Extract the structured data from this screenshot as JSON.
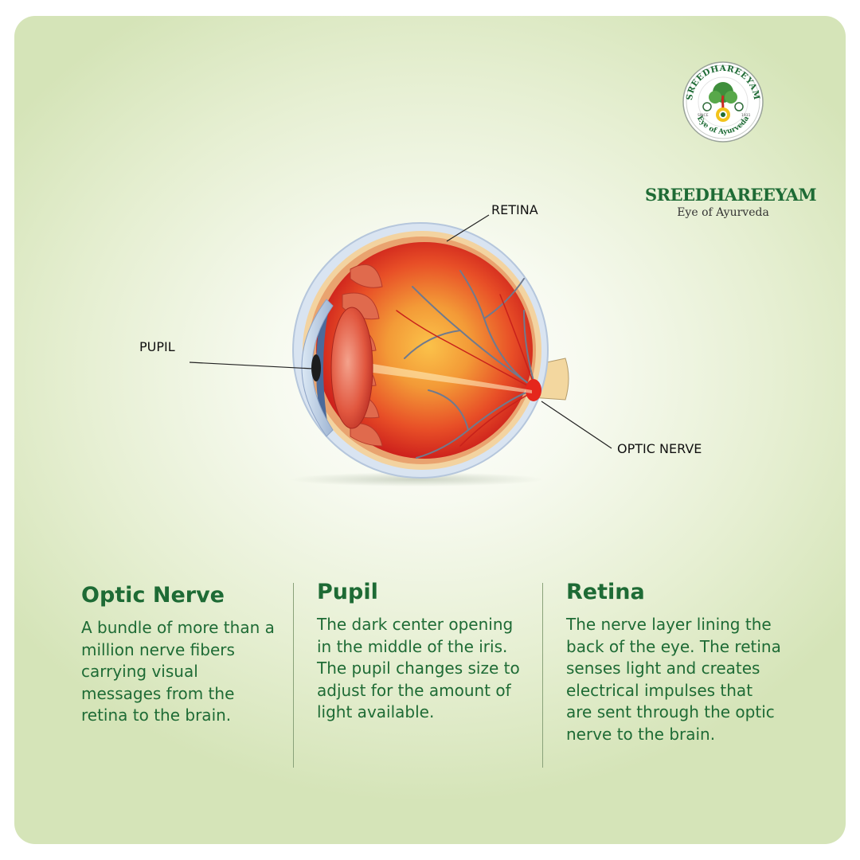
{
  "brand": {
    "name": "SREEDHAREEYAM",
    "tagline": "Eye of Ayurveda",
    "seal": {
      "arc_top": "SREEDHAREEYAM",
      "arc_bottom": "Eye of Ayurveda",
      "since_label": "SINCE",
      "since_year": "1931"
    }
  },
  "diagram": {
    "labels": {
      "retina": "RETINA",
      "pupil": "PUPIL",
      "optic_nerve": "OPTIC NERVE"
    }
  },
  "info": [
    {
      "title": "Optic Nerve",
      "text": "A bundle of more than a million nerve fibers carrying visual messages from the retina to the brain."
    },
    {
      "title": "Pupil",
      "text": "The dark center opening in the middle of the iris. The pupil changes size to adjust for the amount of light available."
    },
    {
      "title": "Retina",
      "text": "The nerve layer lining the back of the eye. The retina senses light and creates electrical impulses that are sent through the optic nerve to the brain."
    }
  ],
  "colors": {
    "brand_green": "#1e6b35",
    "background_green": "#d5e4b8",
    "eye_red": "#d8241c",
    "eye_orange": "#f29a3a"
  }
}
